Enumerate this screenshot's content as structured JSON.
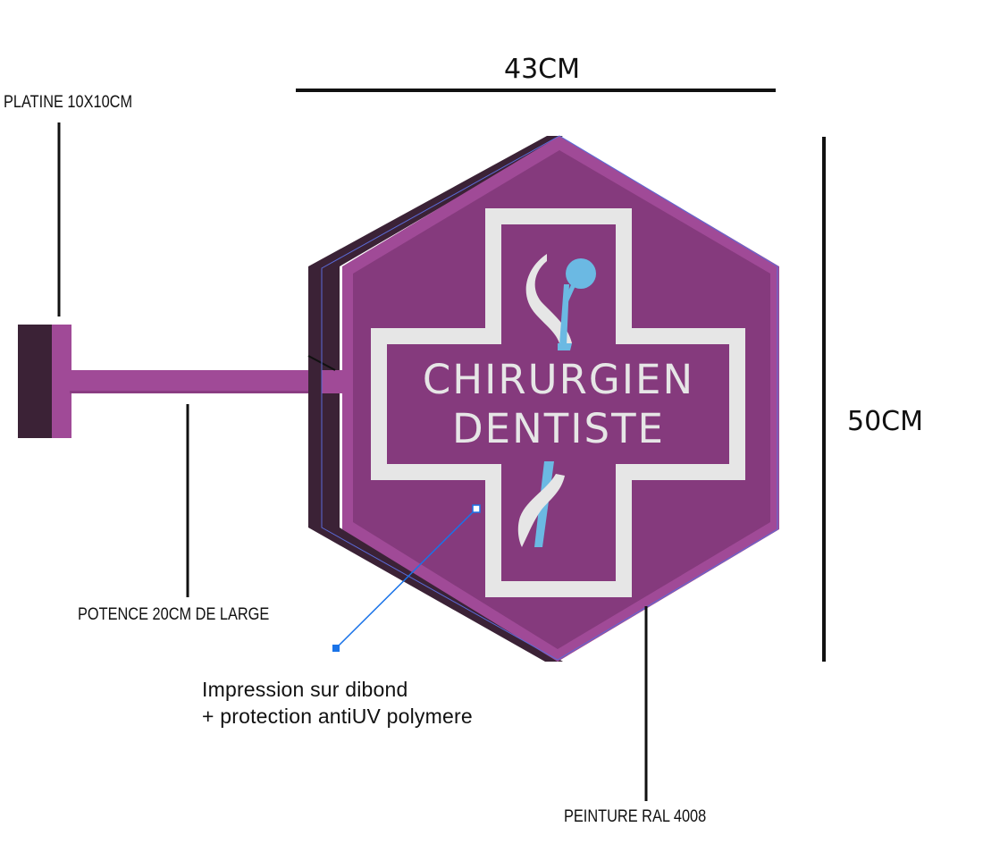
{
  "dimensions": {
    "width_label": "43CM",
    "height_label": "50CM"
  },
  "labels": {
    "platine": "PLATINE 10X10CM",
    "potence": "POTENCE 20CM DE LARGE",
    "peinture": "PEINTURE RAL 4008",
    "impression_line1": "Impression sur dibond",
    "impression_line2": "+ protection antiUV polymere"
  },
  "sign": {
    "line1": "CHIRURGIEN",
    "line2": "DENTISTE"
  },
  "colors": {
    "sign_purple": "#853a7d",
    "sign_border": "#a04a97",
    "sign_side": "#3b2236",
    "cross_white": "#e6e6e6",
    "tool_blue": "#6bb9e3",
    "callout_blue": "#1a73e8"
  },
  "icons": {
    "dental_tool": "dental-mirror-icon"
  }
}
